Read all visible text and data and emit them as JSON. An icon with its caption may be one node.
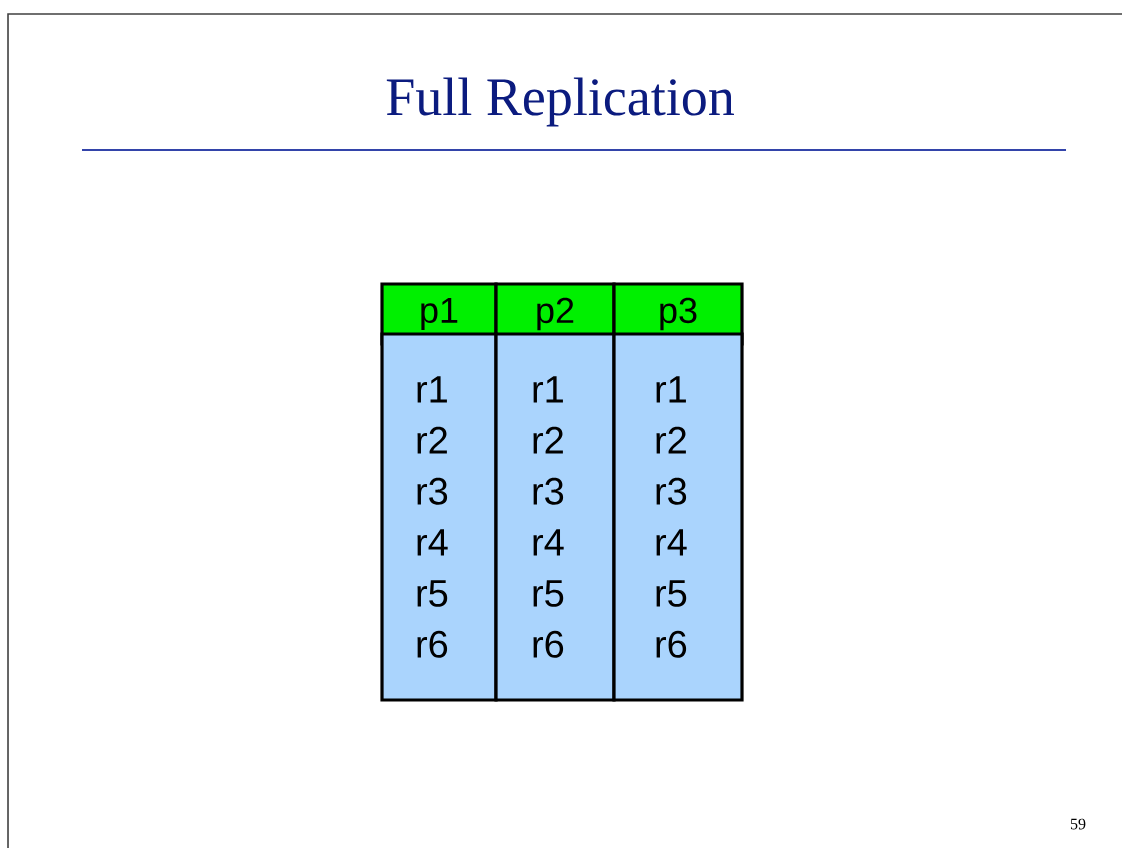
{
  "diagram": {
    "title": "Full Replication",
    "nodes": [
      {
        "text": [
          "p1"
        ]
      },
      {
        "text": [
          "p2"
        ]
      },
      {
        "text": [
          "p3"
        ]
      },
      {
        "text": [
          "r1 r2 r3 r4 r5 r6"
        ]
      },
      {
        "text": [
          "r1 r2 r3 r4 r5 r6"
        ]
      },
      {
        "text": [
          "r1 r2 r3 r4 r5 r6"
        ]
      }
    ],
    "labels": [
      "59"
    ]
  }
}
